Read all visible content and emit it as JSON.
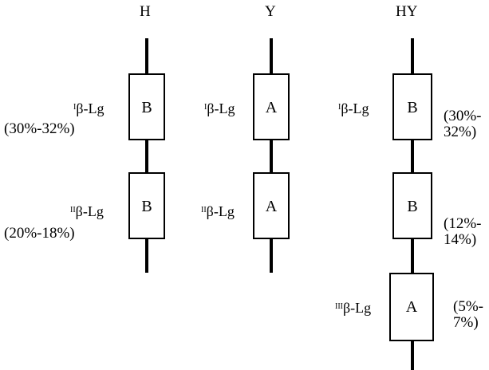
{
  "columns": {
    "h": {
      "title": "H"
    },
    "y": {
      "title": "Y"
    },
    "hy": {
      "title": "HY"
    }
  },
  "h": {
    "box1": {
      "letter": "B",
      "label_sup": "I",
      "label": "β-Lg",
      "percent": "(30%-32%)"
    },
    "box2": {
      "letter": "B",
      "label_sup": "II",
      "label": "β-Lg",
      "percent": "(20%-18%)"
    }
  },
  "y": {
    "box1": {
      "letter": "A",
      "label_sup": "I",
      "label": "β-Lg"
    },
    "box2": {
      "letter": "A",
      "label_sup": "II",
      "label": "β-Lg"
    }
  },
  "hy": {
    "box1": {
      "letter": "B",
      "label_sup": "I",
      "label": "β-Lg",
      "percent_line1": "(30%-",
      "percent_line2": "32%)"
    },
    "box2": {
      "letter": "B",
      "percent_line1": "(12%-",
      "percent_line2": "14%)"
    },
    "box3": {
      "letter": "A",
      "label_sup": "III",
      "label": "β-Lg",
      "percent_line1": "(5%-",
      "percent_line2": "7%)"
    }
  }
}
